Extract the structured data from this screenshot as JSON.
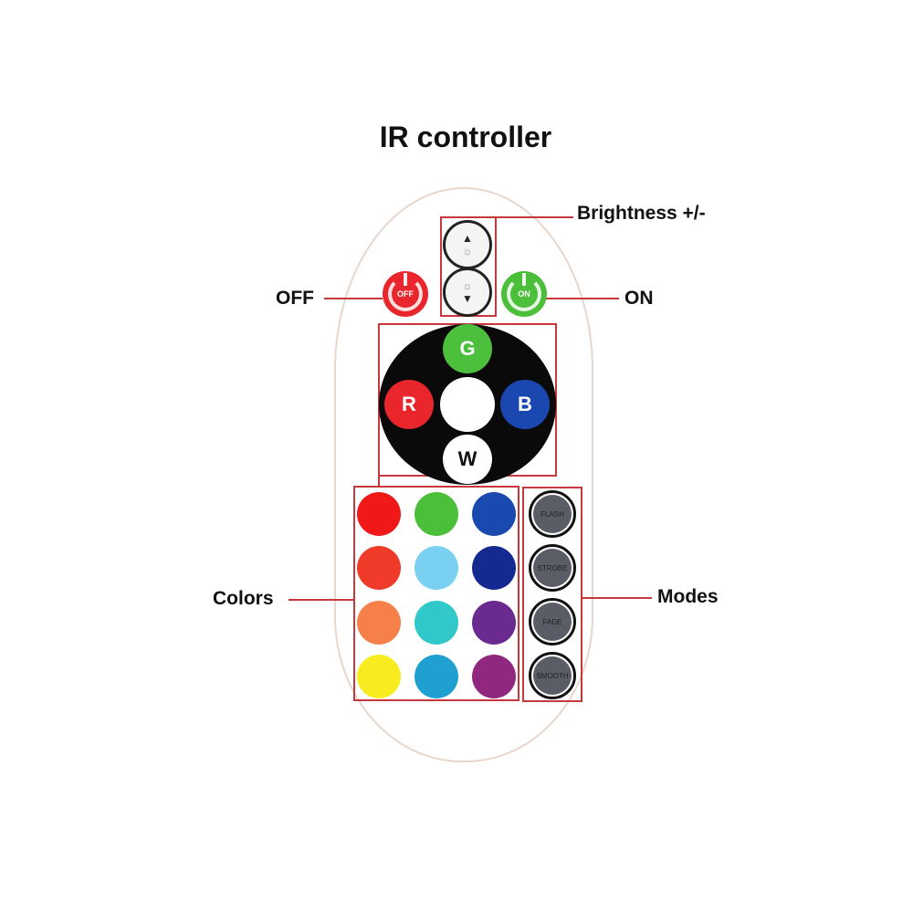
{
  "title": "IR controller",
  "labels": {
    "brightness": "Brightness +/-",
    "off": "OFF",
    "on": "ON",
    "colors": "Colors",
    "modes": "Modes"
  },
  "buttons": {
    "off": {
      "text": "OFF",
      "color": "#e8262c"
    },
    "on": {
      "text": "ON",
      "color": "#4cbf3a"
    },
    "rgbw": [
      {
        "text": "G",
        "color": "#4cc03c"
      },
      {
        "text": "R",
        "color": "#e8262c"
      },
      {
        "text": "B",
        "color": "#1a48b0"
      },
      {
        "text": "W",
        "color": "#ffffff"
      }
    ],
    "modes": [
      {
        "text": "FLASH"
      },
      {
        "text": "STROBE"
      },
      {
        "text": "FADE"
      },
      {
        "text": "SMOOTH"
      }
    ]
  },
  "color_grid": [
    [
      "#f01818",
      "#4cbf3a",
      "#1a4ab0"
    ],
    [
      "#f03a2a",
      "#7ad0f0",
      "#142a90"
    ],
    [
      "#f6804a",
      "#30c8c8",
      "#6a2a90"
    ],
    [
      "#f8ec20",
      "#20a0d0",
      "#902880"
    ]
  ],
  "accent": "#c8373c"
}
